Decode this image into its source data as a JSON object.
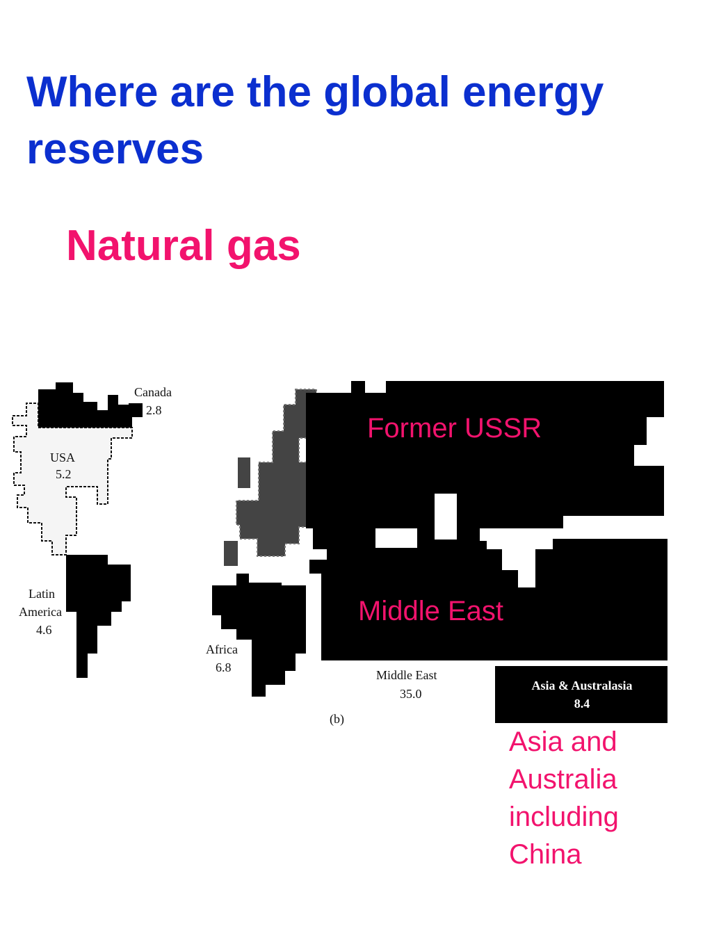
{
  "slide": {
    "title": "Where are the global energy reserves",
    "subtitle": "Natural gas"
  },
  "map": {
    "figure_label": "(b)",
    "regions": [
      {
        "name": "Canada",
        "value": "2.8"
      },
      {
        "name": "USA",
        "value": "5.2"
      },
      {
        "name": "Latin",
        "name2": "America",
        "value": "4.6"
      },
      {
        "name": "Africa",
        "value": "6.8"
      },
      {
        "name": "Middle East",
        "value": "35.0"
      },
      {
        "name": "Asia & Australasia",
        "value": "8.4"
      }
    ]
  },
  "annotations": {
    "former_ussr": "Former USSR",
    "middle_east": "Middle East",
    "asia_note": [
      "Asia and",
      "Australia",
      "including",
      "China"
    ]
  },
  "colors": {
    "title": "#0b2fcf",
    "annotation": "#f2136d",
    "map_fill": "#000000"
  }
}
